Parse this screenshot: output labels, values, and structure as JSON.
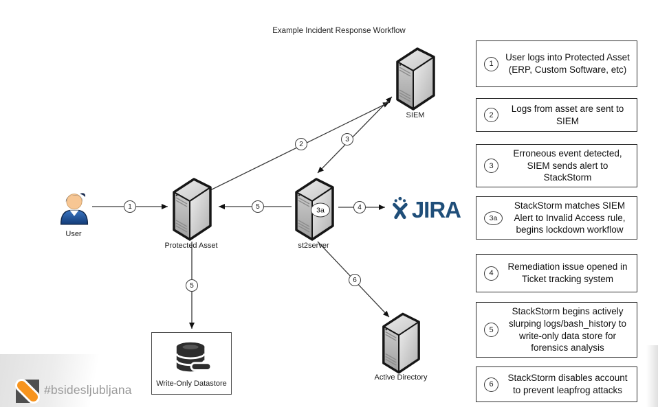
{
  "slide": {
    "title": "Example Incident Response Workflow",
    "footer": "#bsidesljubljana"
  },
  "nodes": {
    "user": {
      "label": "User"
    },
    "protected_asset": {
      "label": "Protected Asset"
    },
    "st2server": {
      "label": "st2server",
      "badge": "3a"
    },
    "siem": {
      "label": "SIEM"
    },
    "jira": {
      "label": "JIRA"
    },
    "active_directory": {
      "label": "Active Directory"
    },
    "datastore": {
      "label": "Write-Only Datastore"
    }
  },
  "edges": {
    "e1": "1",
    "e2": "2",
    "e3": "3",
    "e4": "4",
    "e5": "5",
    "e5b": "5",
    "e6": "6"
  },
  "steps": [
    {
      "num": "1",
      "text": "User logs into Protected Asset (ERP, Custom Software, etc)"
    },
    {
      "num": "2",
      "text": "Logs from asset are sent to SIEM"
    },
    {
      "num": "3",
      "text": "Erroneous event detected, SIEM sends alert to StackStorm"
    },
    {
      "num": "3a",
      "text": "StackStorm matches SIEM Alert to Invalid Access rule, begins lockdown workflow"
    },
    {
      "num": "4",
      "text": "Remediation issue opened in Ticket tracking system"
    },
    {
      "num": "5",
      "text": "StackStorm begins actively slurping logs/bash_history to write-only data store for forensics analysis"
    },
    {
      "num": "6",
      "text": "StackStorm disables account to prevent leapfrog attacks"
    }
  ],
  "colors": {
    "jira_blue": "#1f4e79",
    "stackstorm_orange": "#f7941e",
    "line": "#3a3a3a"
  }
}
